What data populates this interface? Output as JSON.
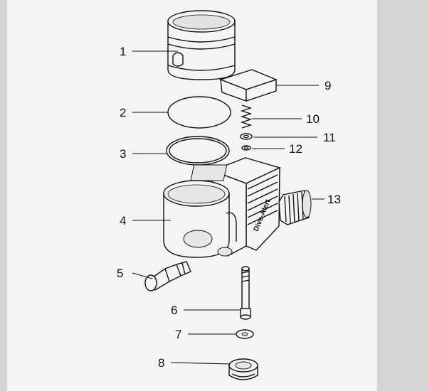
{
  "diagram": {
    "brand_text": "Dive-Alert",
    "callouts": [
      {
        "id": "1",
        "label": "1"
      },
      {
        "id": "2",
        "label": "2"
      },
      {
        "id": "3",
        "label": "3"
      },
      {
        "id": "4",
        "label": "4"
      },
      {
        "id": "5",
        "label": "5"
      },
      {
        "id": "6",
        "label": "6"
      },
      {
        "id": "7",
        "label": "7"
      },
      {
        "id": "8",
        "label": "8"
      },
      {
        "id": "9",
        "label": "9"
      },
      {
        "id": "10",
        "label": "10"
      },
      {
        "id": "11",
        "label": "11"
      },
      {
        "id": "12",
        "label": "12"
      },
      {
        "id": "13",
        "label": "13"
      }
    ]
  },
  "colors": {
    "background": "#d4d4d4",
    "panel": "#f4f4f2",
    "ink": "#111111"
  }
}
